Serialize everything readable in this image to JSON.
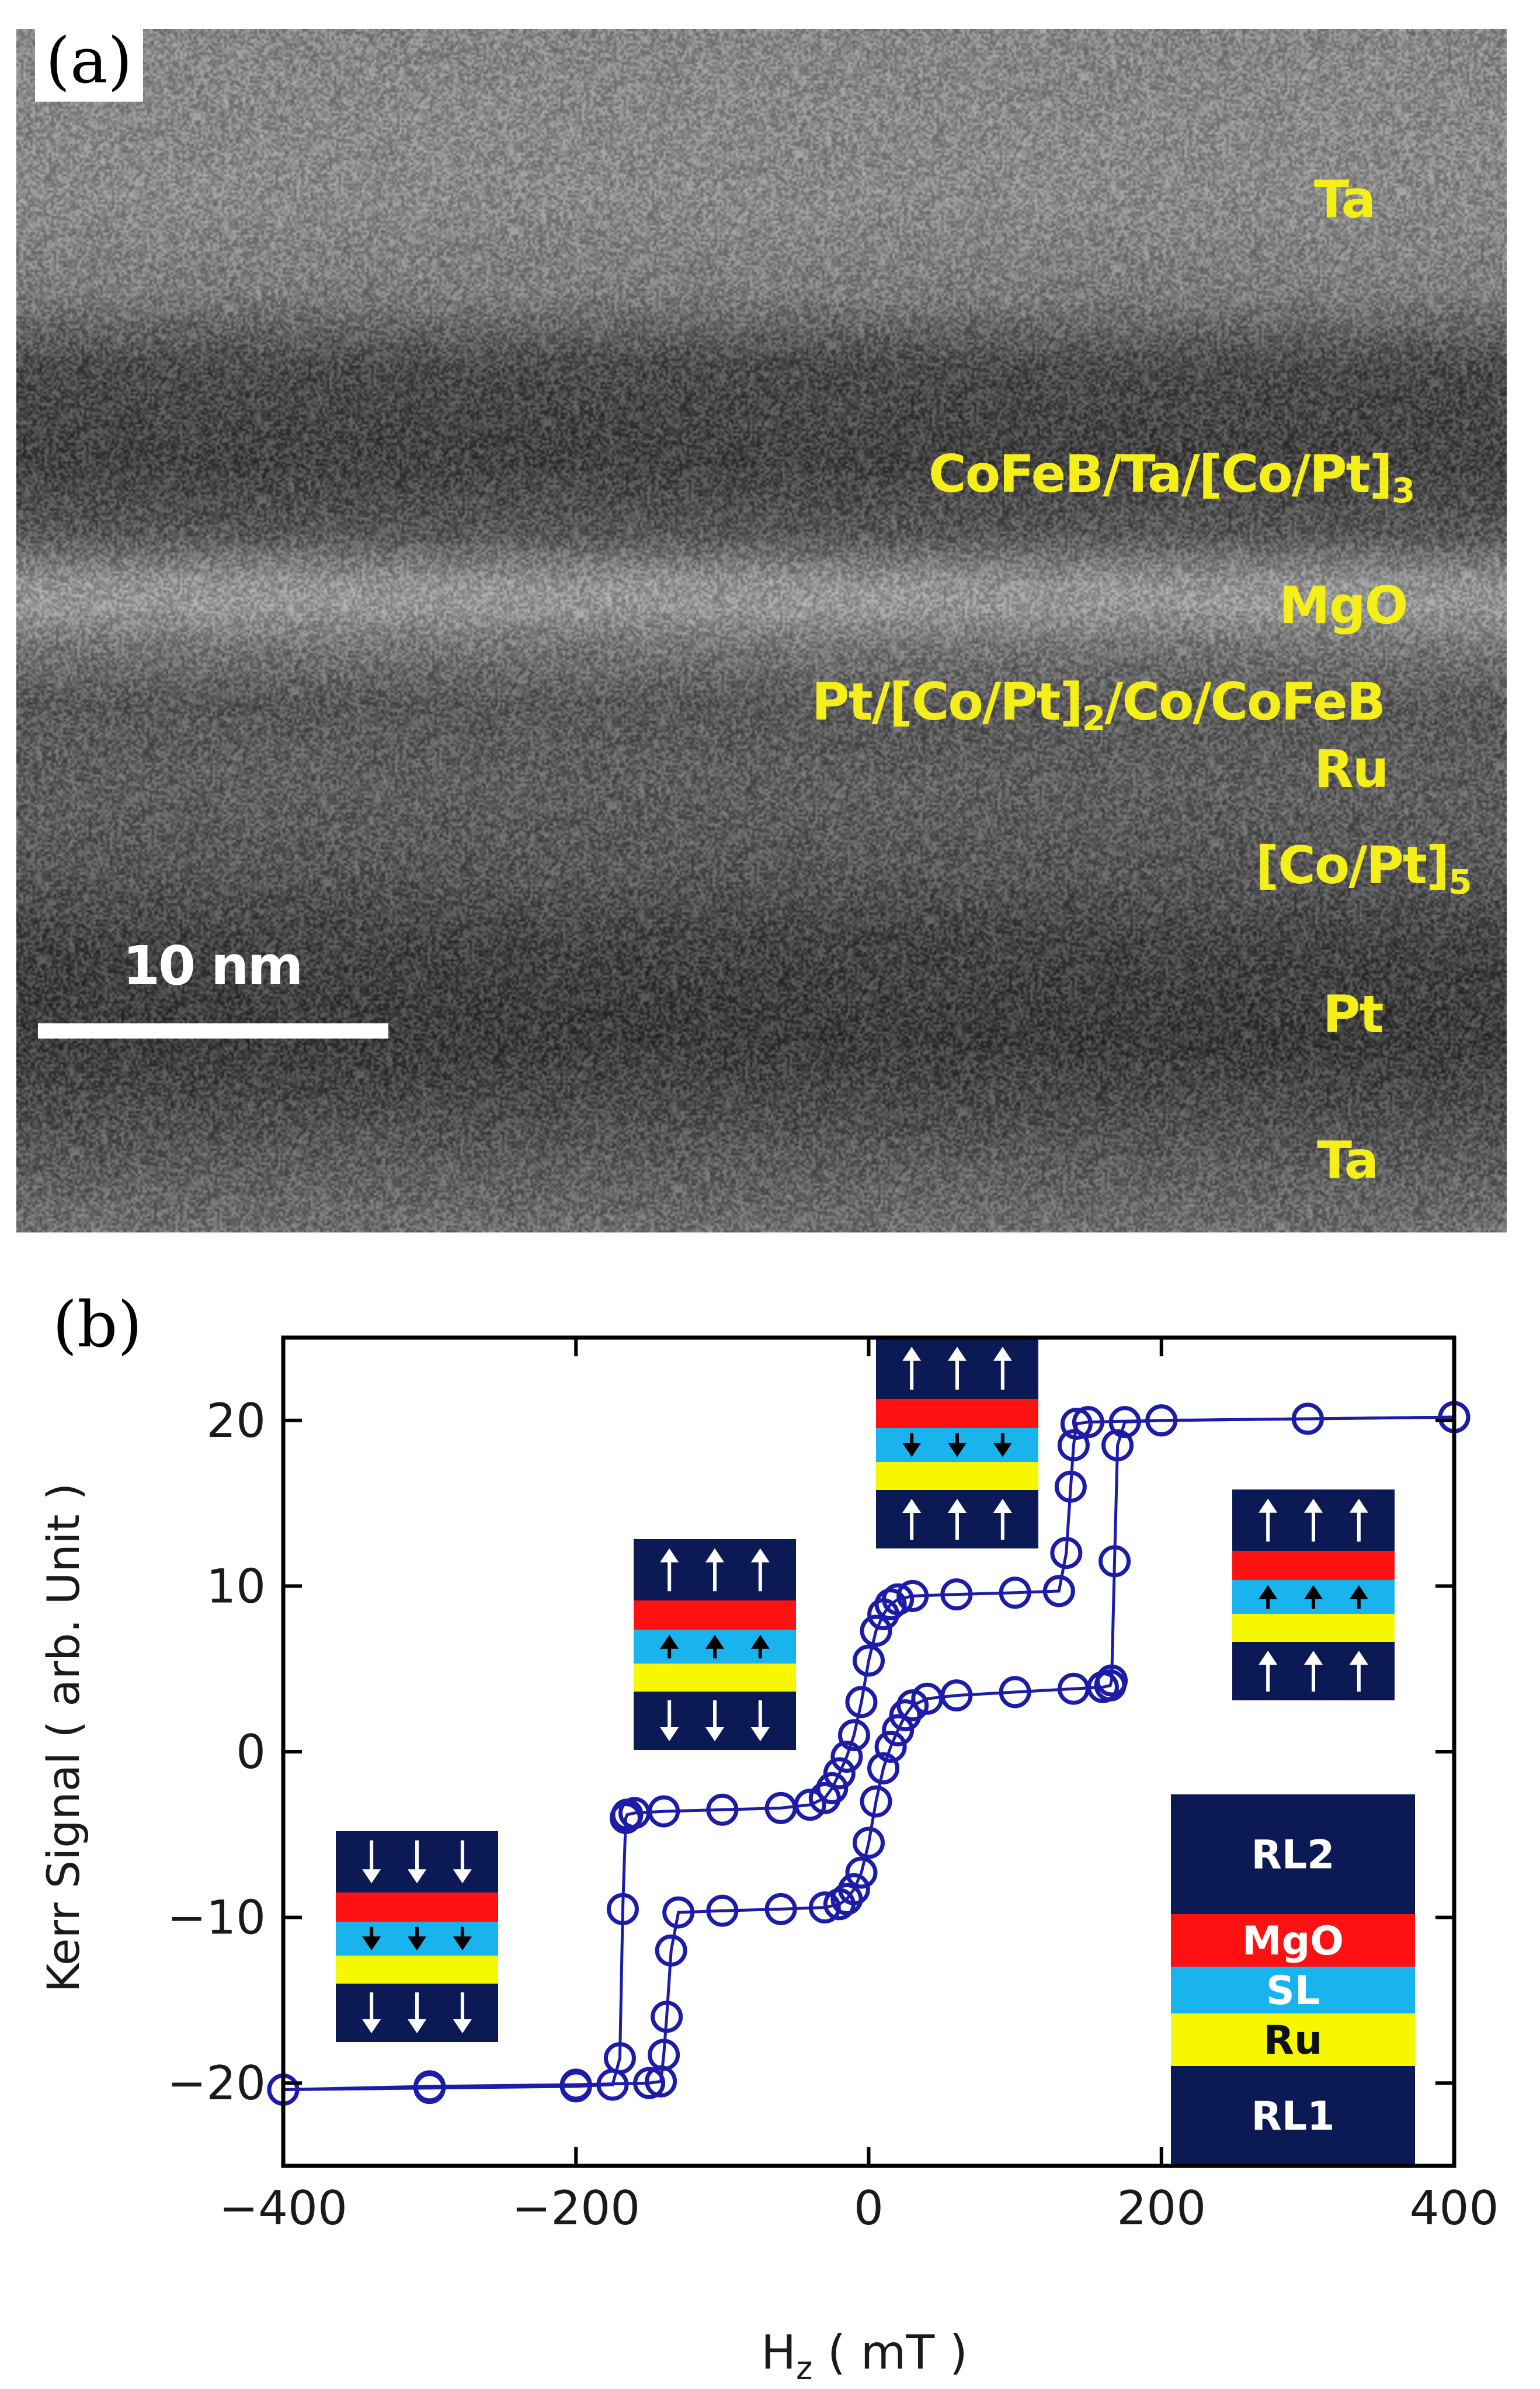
{
  "panel_a": {
    "letter": "(a)",
    "layers": [
      {
        "label": "Ta"
      },
      {
        "label": "CoFeB/Ta/[Co/Pt]",
        "sub": "3"
      },
      {
        "label": "MgO"
      },
      {
        "label": "Pt/[Co/Pt]",
        "sub": "2",
        "tail": "/Co/CoFeB"
      },
      {
        "label": "Ru"
      },
      {
        "label": "[Co/Pt]",
        "sub": "5"
      },
      {
        "label": "Pt"
      },
      {
        "label": "Ta"
      }
    ],
    "scale_bar": "10 nm",
    "colors": {
      "label": "#f4ef1b"
    }
  },
  "chart_data": {
    "type": "scatter",
    "panel_letter": "(b)",
    "xlabel": "H",
    "xlabel_sub": "z",
    "xlabel_unit": " ( mT )",
    "ylabel": "Kerr Signal ( arb. Unit )",
    "xlim": [
      -400,
      400
    ],
    "ylim": [
      -25,
      25
    ],
    "x_ticks": [
      -400,
      -200,
      0,
      200,
      400
    ],
    "x_tick_labels": [
      "−400",
      "−200",
      "0",
      "200",
      "400"
    ],
    "y_ticks": [
      -20,
      -10,
      0,
      10,
      20
    ],
    "y_tick_labels": [
      "−20",
      "−10",
      "0",
      "10",
      "20"
    ],
    "grid": false,
    "marker": "open-circle",
    "series_color": "#1c1ca8",
    "series": [
      {
        "x": [
          -400,
          -300,
          -200,
          -175,
          -170,
          -168,
          -166,
          -165,
          -160,
          -140,
          -100,
          -60,
          -40,
          -30,
          -25,
          -20,
          -15,
          -10,
          -5,
          0,
          5,
          10,
          15,
          20,
          30,
          60,
          100,
          130,
          135,
          138,
          140,
          142,
          150,
          200,
          300,
          400
        ],
        "y": [
          -20.4,
          -20.3,
          -20.2,
          -20.1,
          -18.5,
          -9.5,
          -4.0,
          -3.8,
          -3.7,
          -3.6,
          -3.5,
          -3.4,
          -3.2,
          -2.8,
          -2.2,
          -1.3,
          -0.3,
          1.0,
          3.0,
          5.5,
          7.3,
          8.3,
          8.9,
          9.2,
          9.4,
          9.5,
          9.6,
          9.7,
          12.0,
          16.0,
          18.5,
          19.8,
          19.9,
          20.0,
          20.1,
          20.2
        ]
      },
      {
        "x": [
          400,
          300,
          200,
          175,
          170,
          168,
          166,
          165,
          160,
          140,
          100,
          60,
          40,
          30,
          25,
          20,
          15,
          10,
          5,
          0,
          -5,
          -10,
          -15,
          -20,
          -30,
          -60,
          -100,
          -130,
          -135,
          -138,
          -140,
          -142,
          -150,
          -200,
          -300,
          -400
        ],
        "y": [
          20.2,
          20.1,
          20.0,
          19.9,
          18.5,
          11.5,
          4.3,
          4.0,
          3.9,
          3.8,
          3.6,
          3.4,
          3.2,
          2.8,
          2.2,
          1.3,
          0.3,
          -1.0,
          -3.0,
          -5.5,
          -7.3,
          -8.3,
          -8.9,
          -9.2,
          -9.4,
          -9.5,
          -9.6,
          -9.7,
          -12.0,
          -16.0,
          -18.3,
          -19.9,
          -20.0,
          -20.1,
          -20.2,
          -20.4
        ]
      }
    ],
    "insets": [
      {
        "top_arrows": "down",
        "sl_arrows": "down",
        "bottom_arrows": "down"
      },
      {
        "top_arrows": "up",
        "sl_arrows": "up",
        "bottom_arrows": "down"
      },
      {
        "top_arrows": "up",
        "sl_arrows": "down",
        "bottom_arrows": "up"
      },
      {
        "top_arrows": "up",
        "sl_arrows": "up",
        "bottom_arrows": "up"
      }
    ],
    "legend_stack": [
      "RL2",
      "MgO",
      "SL",
      "Ru",
      "RL1"
    ],
    "layer_colors": {
      "RL": "#0b1a55",
      "MgO": "#ff1111",
      "SL": "#19b4ee",
      "Ru": "#f7f700"
    }
  }
}
